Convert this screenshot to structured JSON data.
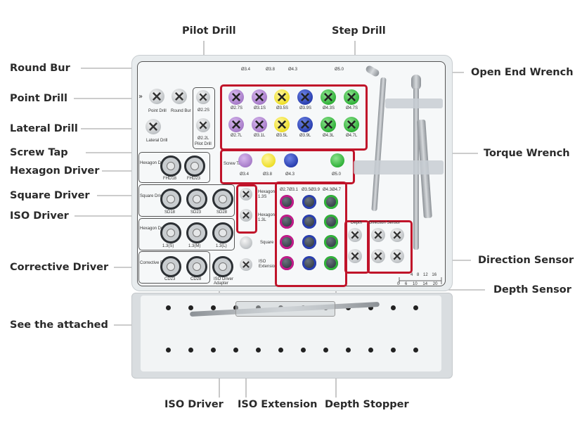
{
  "callouts": {
    "pilot_drill": "Pilot Drill",
    "step_drill": "Step Drill",
    "round_bur": "Round Bur",
    "point_drill": "Point Drill",
    "lateral_drill": "Lateral Drill",
    "screw_tap": "Screw Tap",
    "hexagon_driver": "Hexagon Driver",
    "square_driver": "Square Driver",
    "iso_driver": "ISO Driver",
    "corrective_driver": "Corrective Driver",
    "see_attached": "See the attached",
    "open_end_wrench": "Open End Wrench",
    "torque_wrench": "Torque Wrench",
    "direction_sensor": "Direction Sensor",
    "depth_sensor": "Depth Sensor",
    "iso_driver_bottom": "ISO  Driver",
    "iso_extension": "ISO Extension",
    "depth_stopper": "Depth Stopper"
  },
  "tray_labels": {
    "point_drill": "Point Drill",
    "round_bur": "Round Bur",
    "lateral_drill": "Lateral Drill",
    "pilot_drill": "Pilot Drill",
    "pilot_2s": "Ø2.2S",
    "pilot_2l": "Ø2.2L",
    "step_heads": [
      "Ø3.4",
      "Ø3.8",
      "Ø4.3",
      "Ø5.0"
    ],
    "step_short": [
      "Ø2.7S",
      "Ø3.1S",
      "Ø3.5S",
      "Ø3.9S",
      "Ø4.3S",
      "Ø4.7S"
    ],
    "step_long": [
      "Ø2.7L",
      "Ø3.1L",
      "Ø3.5L",
      "Ø3.9L",
      "Ø4.3L",
      "Ø4.7L"
    ],
    "screw_tap": "Screw Tap",
    "tap_sizes": [
      "Ø3.4",
      "Ø3.8",
      "Ø4.3",
      "Ø5.0"
    ],
    "hexagon_driver": "Hexagon Driver",
    "hex_codes": [
      "FHD18",
      "FHD23"
    ],
    "square_driver": "Square Driver",
    "sq_codes": [
      "SD18",
      "SD23",
      "SD28"
    ],
    "hex_driver2": "Hexagon Driver",
    "hex2_codes": [
      "1.3(S)",
      "1.3(M)",
      "1.3(L)"
    ],
    "corrective_driver": "Corrective Driver",
    "cd_codes": [
      "CD23",
      "CD28"
    ],
    "iso_adapter": "ISO Driver Adapter",
    "hexagon_13s": "Hexagon 1.3S",
    "hexagon_13l": "Hexagon 1.3L",
    "square": "Square",
    "iso_extension": "ISO Extension",
    "stopper_heads": [
      "Ø2.7Ø3.1",
      "Ø3.5Ø3.9",
      "Ø4.3Ø4.7"
    ],
    "depth": "Depth",
    "direction_sensor": "Direction Sensor",
    "scale_top": [
      "4",
      "8",
      "12",
      "16"
    ],
    "scale_bottom": [
      "0",
      "6",
      "10",
      "14",
      "20"
    ]
  },
  "colors": {
    "highlight": "#c0142a",
    "purple": "#a77cc9",
    "yellow": "#eedf2a",
    "blue": "#2a3fb0",
    "green": "#31b23a"
  }
}
